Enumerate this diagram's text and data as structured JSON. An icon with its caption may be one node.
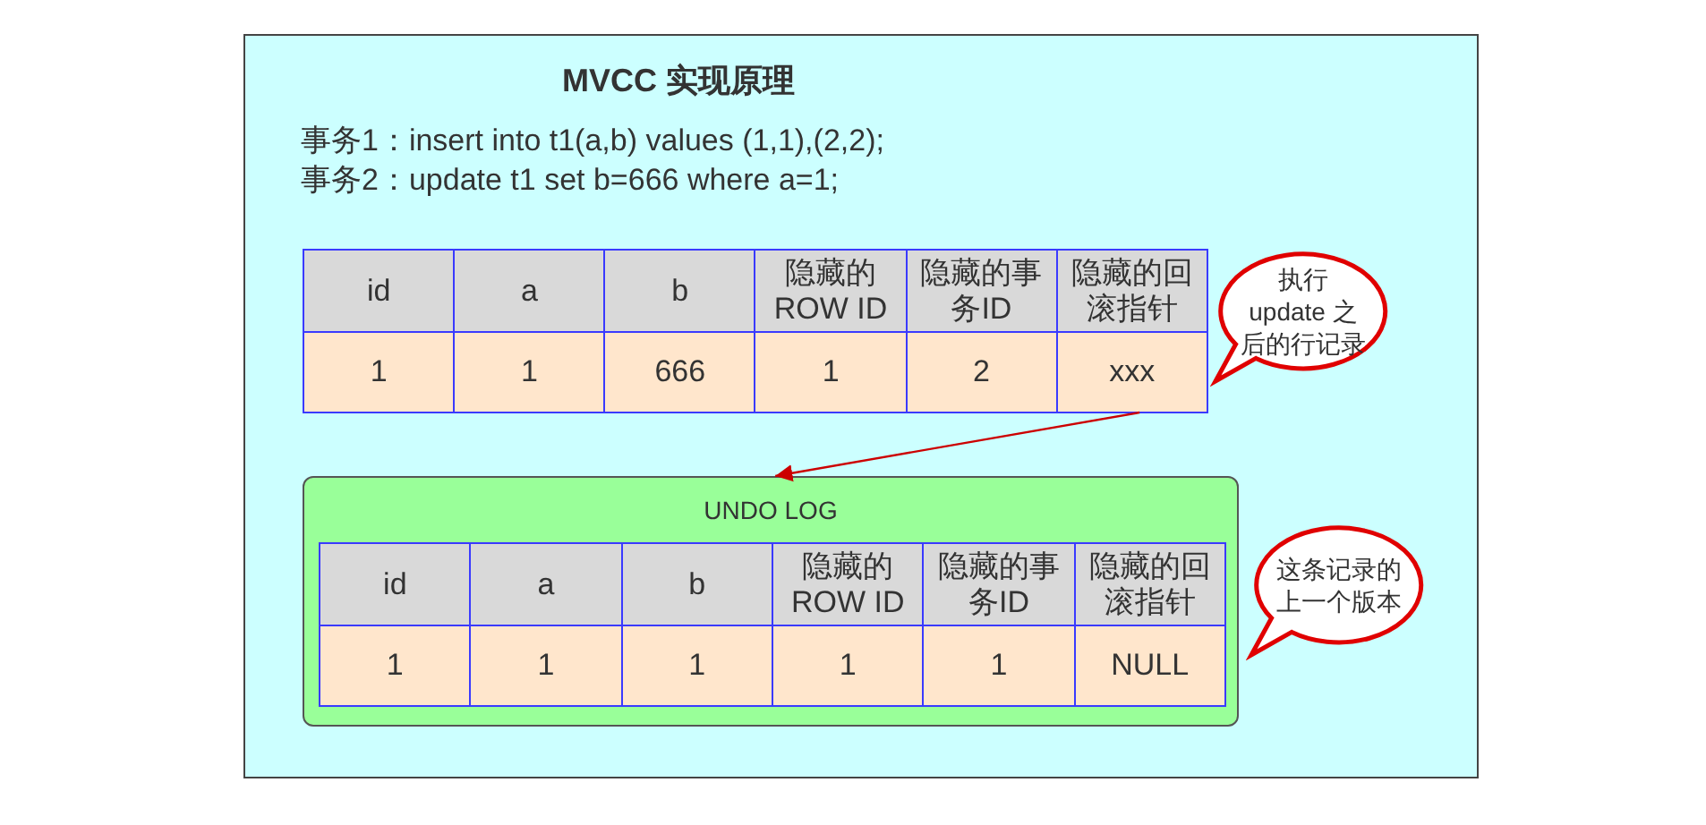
{
  "diagram": {
    "title": "MVCC 实现原理",
    "nodes": [
      {
        "text": [
          "事务1：insert into t1(a,b) values (1,1),(2,2);",
          "事务2：update t1 set b=666 where a=1;"
        ]
      },
      {
        "text": [
          "xxx"
        ],
        "in": 0
      },
      {
        "text": [
          "执行 update 之后的行记录"
        ],
        "in": 0
      },
      {
        "text": [
          "UNDO LOG"
        ],
        "in": 0
      },
      {
        "text": [
          "这条记录的上一个版本"
        ],
        "in": 0
      }
    ],
    "edges": [
      {
        "from": 1,
        "to": 3,
        "arrow": "to",
        "color": "#cc0000"
      }
    ],
    "labels": [
      "id",
      "a",
      "b",
      "隐藏的ROW ID",
      "隐藏的事务ID",
      "隐藏的回滚指针",
      "1",
      "1",
      "666",
      "1",
      "2",
      "id",
      "a",
      "b",
      "隐藏的ROW ID",
      "隐藏的事务ID",
      "隐藏的回滚指针",
      "1",
      "1",
      "1",
      "1",
      "1",
      "NULL"
    ]
  }
}
